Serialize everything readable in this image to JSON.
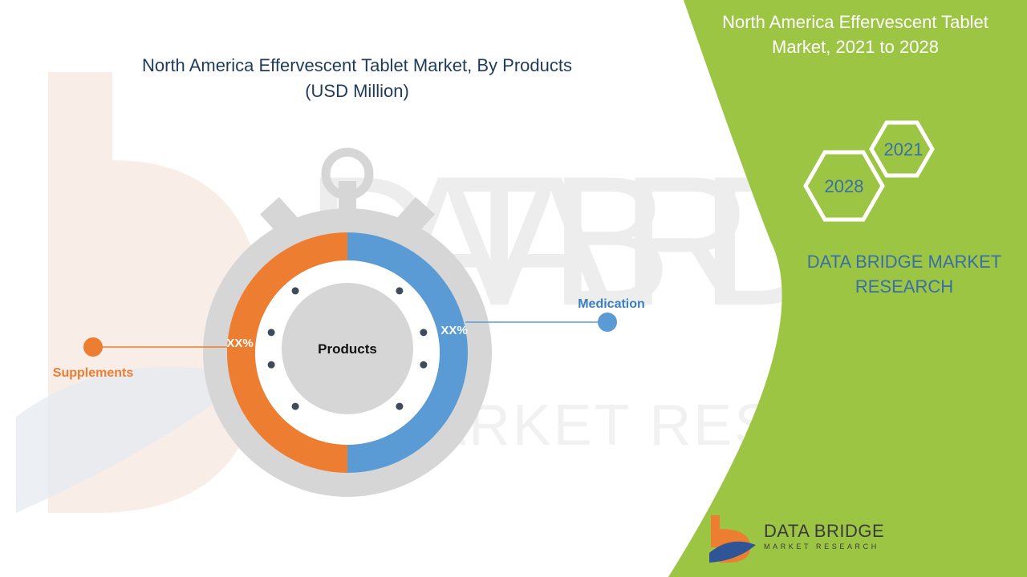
{
  "chart_title": {
    "line1": "North America Effervescent Tablet Market, By Products",
    "line2": "(USD Million)"
  },
  "side_panel": {
    "title_line1": "North America Effervescent Tablet",
    "title_line2": "Market, 2021 to 2028",
    "year_start": "2021",
    "year_end": "2028",
    "brand_line1": "DATA BRIDGE MARKET",
    "brand_line2": "RESEARCH"
  },
  "logo": {
    "name": "DATA BRIDGE",
    "tagline": "MARKET RESEARCH"
  },
  "watermark": {
    "line1": "DATA BRIDGE",
    "line2": "MARKET RESEARCH"
  },
  "colors": {
    "supplements": "#ed7d31",
    "medication": "#5b9bd5",
    "panel_green": "#9dc544",
    "title_blue": "#1f3b5c",
    "brand_blue": "#3a6fa5"
  },
  "chart_data": {
    "type": "pie",
    "center_label": "Products",
    "series": [
      {
        "name": "Supplements",
        "value_label": "XX%",
        "share": 0.5
      },
      {
        "name": "Medication",
        "value_label": "XX%",
        "share": 0.5
      }
    ]
  }
}
